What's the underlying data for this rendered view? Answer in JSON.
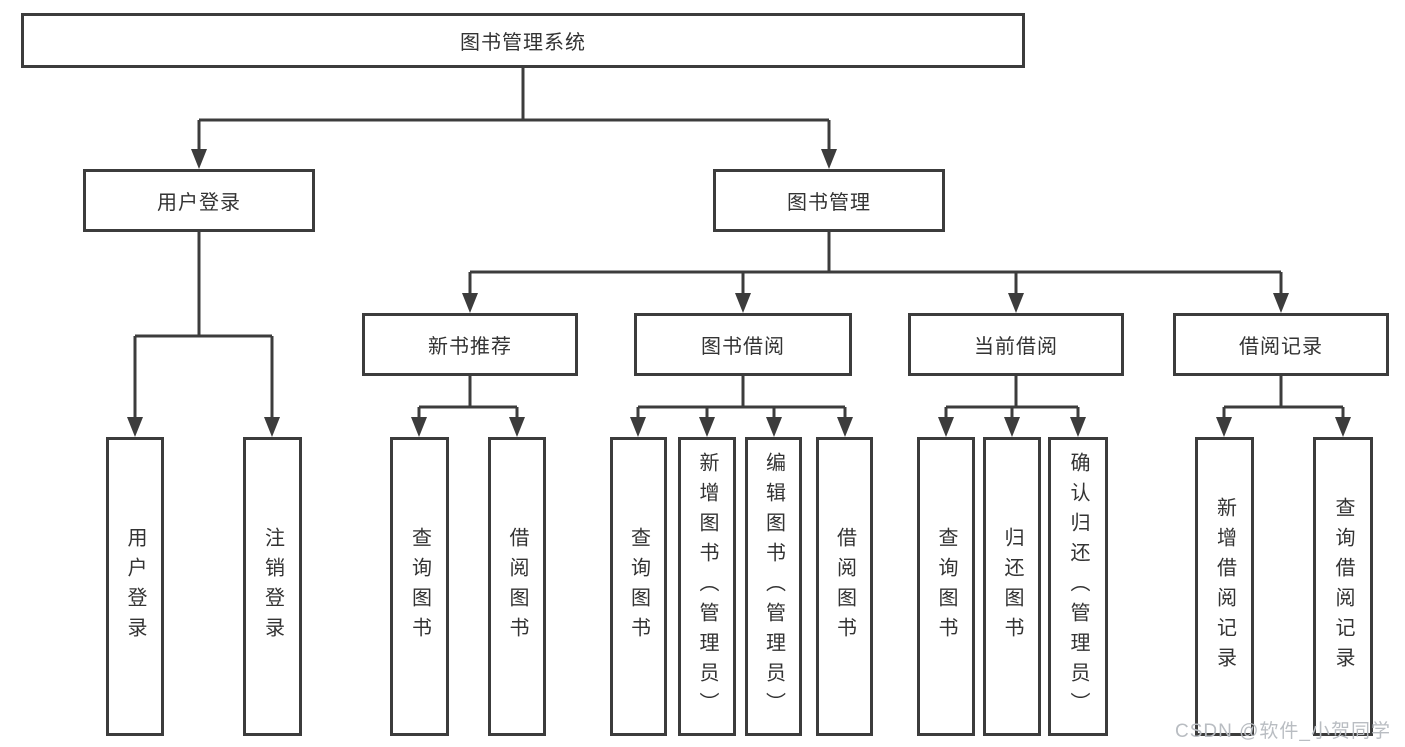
{
  "diagram": {
    "type": "hierarchy-tree",
    "line_color": "#3c3c3c",
    "box_fill": "#ffffff",
    "text_color": "#333333",
    "root": {
      "label": "图书管理系统"
    },
    "branches": [
      {
        "label": "用户登录",
        "children": [
          {
            "label": "用户登录"
          },
          {
            "label": "注销登录"
          }
        ]
      },
      {
        "label": "图书管理",
        "children": [
          {
            "label": "新书推荐",
            "children": [
              {
                "label": "查询图书"
              },
              {
                "label": "借阅图书"
              }
            ]
          },
          {
            "label": "图书借阅",
            "children": [
              {
                "label": "查询图书"
              },
              {
                "label": "新增图书（管理员）"
              },
              {
                "label": "编辑图书（管理员）"
              },
              {
                "label": "借阅图书"
              }
            ]
          },
          {
            "label": "当前借阅",
            "children": [
              {
                "label": "查询图书"
              },
              {
                "label": "归还图书"
              },
              {
                "label": "确认归还（管理员）"
              }
            ]
          },
          {
            "label": "借阅记录",
            "children": [
              {
                "label": "新增借阅记录"
              },
              {
                "label": "查询借阅记录"
              }
            ]
          }
        ]
      }
    ]
  },
  "watermark": {
    "text": "CSDN @软件_小贺同学",
    "color": "#b9bdc2"
  }
}
